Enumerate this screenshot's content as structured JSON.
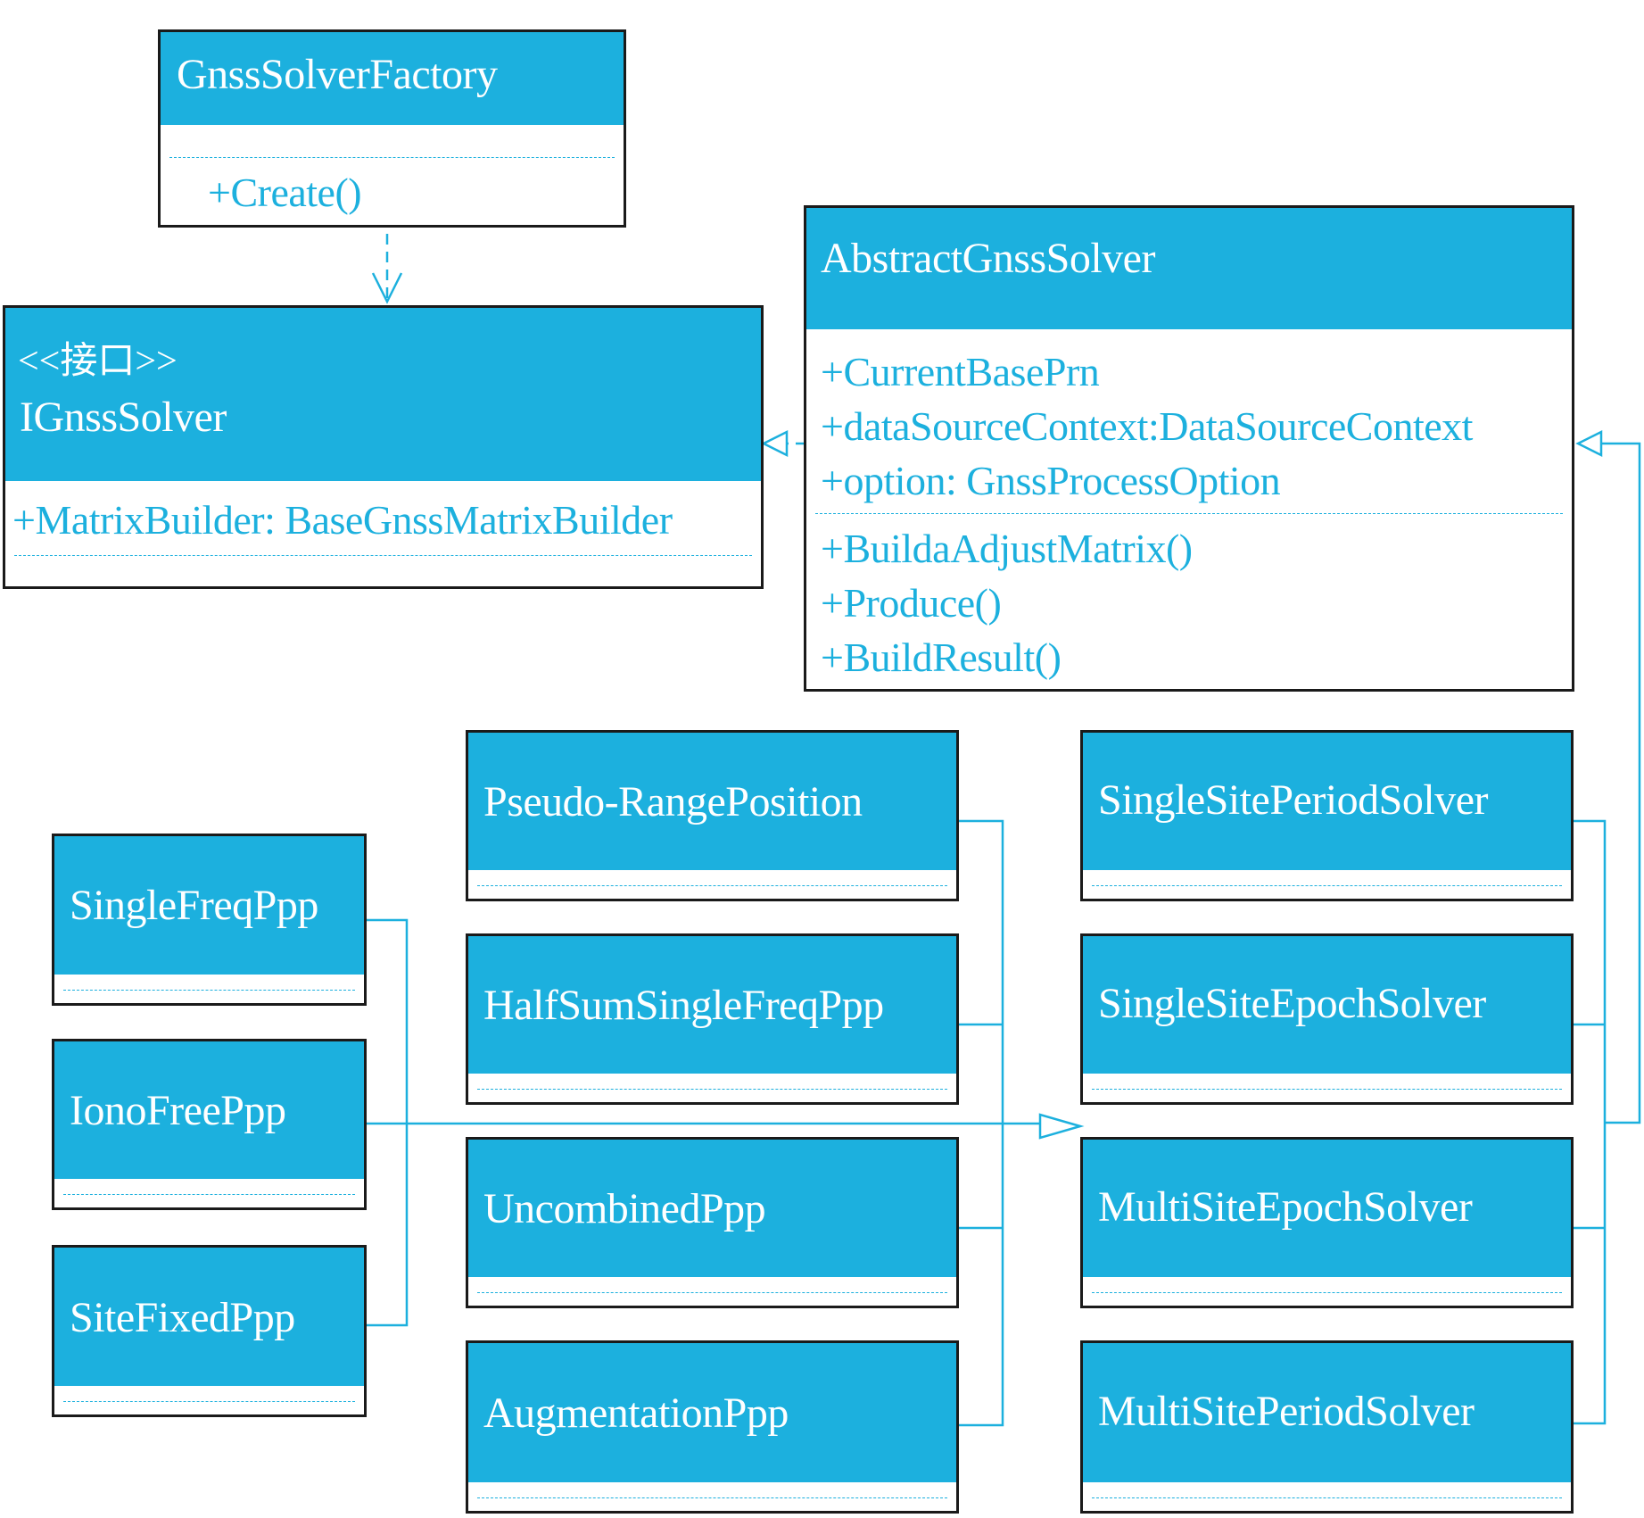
{
  "colors": {
    "accent": "#1cb0de",
    "border": "#1a1a1a",
    "header_text": "#ffffff"
  },
  "factory": {
    "name": "GnssSolverFactory",
    "methods": [
      "+Create()"
    ]
  },
  "interface": {
    "stereotype": "<<接口>>",
    "name": "IGnssSolver",
    "attributes": [
      "+MatrixBuilder: BaseGnssMatrixBuilder"
    ]
  },
  "abstract": {
    "name": "AbstractGnssSolver",
    "attributes": [
      "+CurrentBasePrn",
      "+dataSourceContext:DataSourceContext",
      "+option: GnssProcessOption"
    ],
    "methods": [
      "+BuildaAdjustMatrix()",
      "+Produce()",
      "+BuildResult()"
    ]
  },
  "ppp_classes": [
    "SingleFreqPpp",
    "IonoFreePpp",
    "SiteFixedPpp"
  ],
  "mid_classes": [
    "Pseudo-RangePosition",
    "HalfSumSingleFreqPpp",
    "UncombinedPpp",
    "AugmentationPpp"
  ],
  "site_solvers": [
    "SingleSitePeriodSolver",
    "SingleSiteEpochSolver",
    "MultiSiteEpochSolver",
    "MultiSitePeriodSolver"
  ]
}
